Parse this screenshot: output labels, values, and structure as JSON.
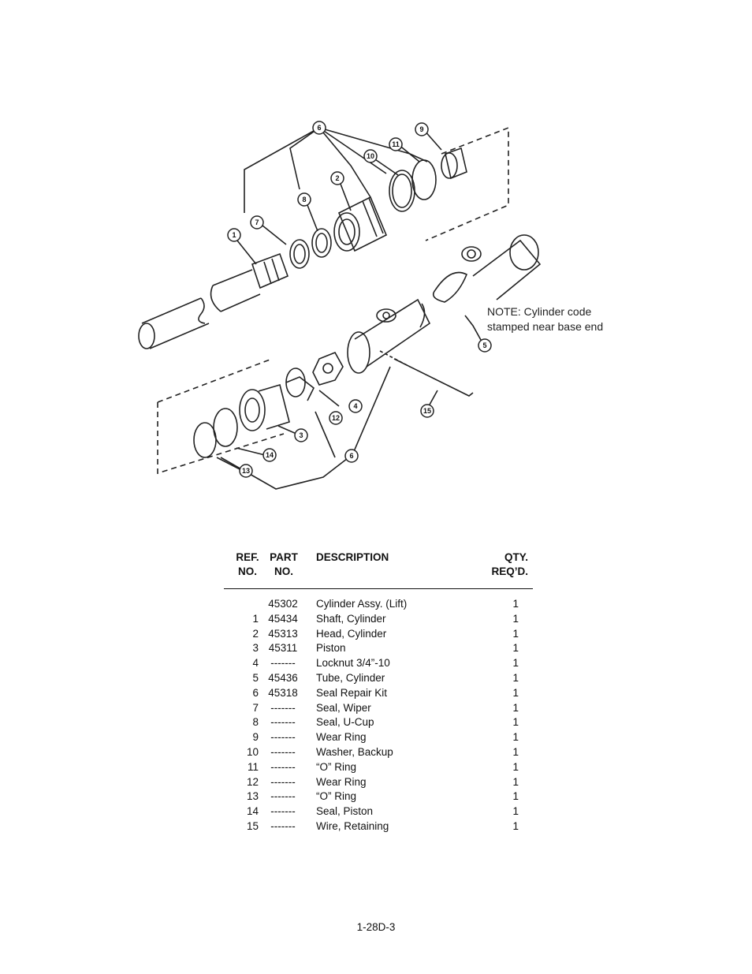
{
  "diagram": {
    "note_line1": "NOTE: Cylinder code",
    "note_line2": "stamped near base end",
    "callouts": [
      "1",
      "2",
      "3",
      "4",
      "5",
      "6",
      "7",
      "8",
      "9",
      "10",
      "11",
      "12",
      "13",
      "14",
      "15"
    ]
  },
  "table": {
    "headers": {
      "ref_line1": "REF.",
      "ref_line2": "NO.",
      "part_line1": "PART",
      "part_line2": "NO.",
      "description": "DESCRIPTION",
      "qty_line1": "QTY.",
      "qty_line2": "REQ’D."
    },
    "rows": [
      {
        "ref": "",
        "part": "45302",
        "desc": "Cylinder Assy. (Lift)",
        "qty": "1"
      },
      {
        "ref": "1",
        "part": "45434",
        "desc": "Shaft, Cylinder",
        "qty": "1"
      },
      {
        "ref": "2",
        "part": "45313",
        "desc": "Head, Cylinder",
        "qty": "1"
      },
      {
        "ref": "3",
        "part": "45311",
        "desc": "Piston",
        "qty": "1"
      },
      {
        "ref": "4",
        "part": "-------",
        "desc": "Locknut 3/4”-10",
        "qty": "1"
      },
      {
        "ref": "5",
        "part": "45436",
        "desc": "Tube, Cylinder",
        "qty": "1"
      },
      {
        "ref": "6",
        "part": "45318",
        "desc": "Seal Repair Kit",
        "qty": "1"
      },
      {
        "ref": "7",
        "part": "-------",
        "desc": "Seal, Wiper",
        "qty": "1"
      },
      {
        "ref": "8",
        "part": "-------",
        "desc": "Seal, U-Cup",
        "qty": "1"
      },
      {
        "ref": "9",
        "part": "-------",
        "desc": "Wear Ring",
        "qty": "1"
      },
      {
        "ref": "10",
        "part": "-------",
        "desc": "Washer, Backup",
        "qty": "1"
      },
      {
        "ref": "11",
        "part": "-------",
        "desc": "“O” Ring",
        "qty": "1"
      },
      {
        "ref": "12",
        "part": "-------",
        "desc": "Wear Ring",
        "qty": "1"
      },
      {
        "ref": "13",
        "part": "-------",
        "desc": "“O” Ring",
        "qty": "1"
      },
      {
        "ref": "14",
        "part": "-------",
        "desc": "Seal, Piston",
        "qty": "1"
      },
      {
        "ref": "15",
        "part": "-------",
        "desc": "Wire, Retaining",
        "qty": "1"
      }
    ]
  },
  "footer": {
    "page_number": "1-28D-3"
  }
}
